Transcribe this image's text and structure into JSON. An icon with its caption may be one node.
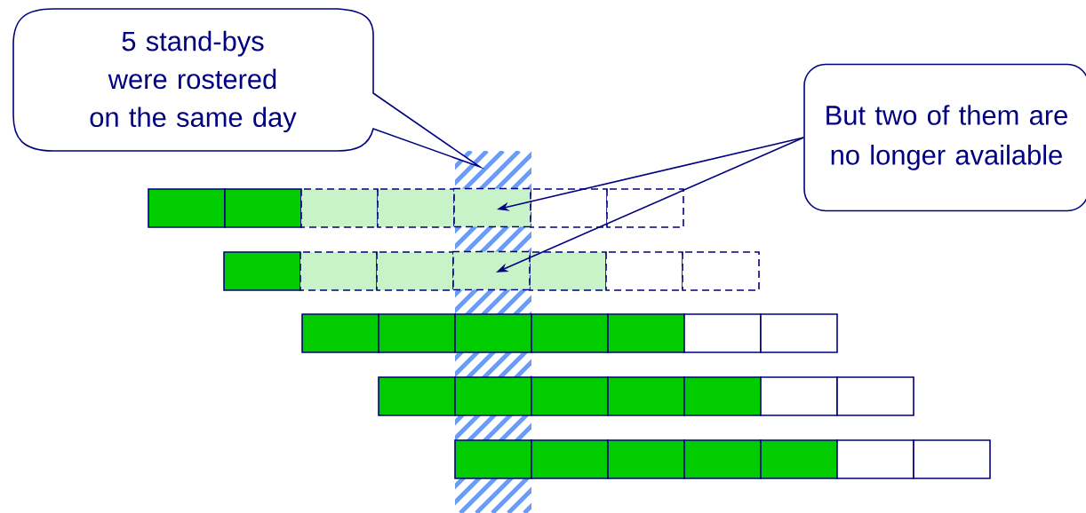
{
  "diagram": {
    "nodes": [
      {
        "text": [
          "5 stand-bys were rostered on the same day"
        ]
      },
      {
        "text": [
          "But two of them are no longer available"
        ]
      },
      {
        "text": [],
        "shape": "box"
      },
      {
        "text": [],
        "shape": "box"
      }
    ],
    "edges": [
      {
        "from": 1,
        "to": 2,
        "arrow": "to"
      },
      {
        "from": 1,
        "to": 3,
        "arrow": "to"
      }
    ]
  }
}
